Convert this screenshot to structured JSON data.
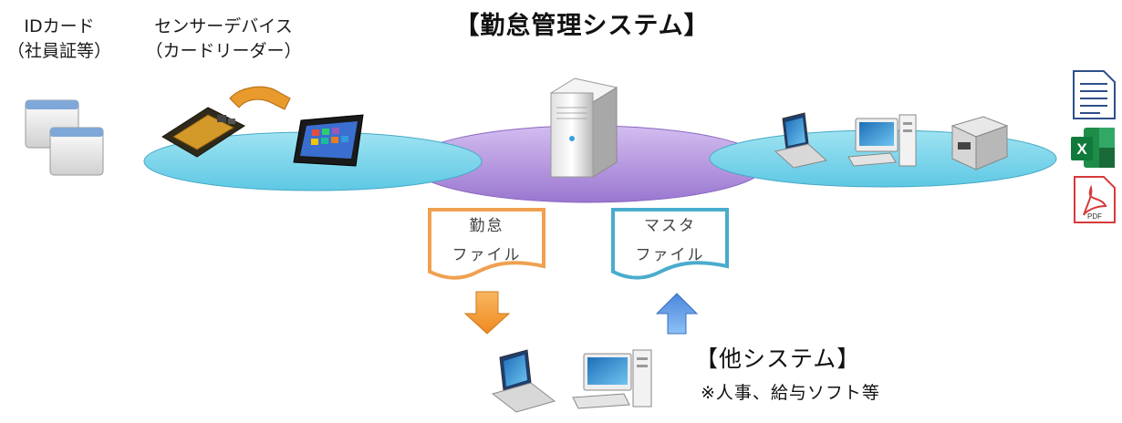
{
  "title": "【勤怠管理システム】",
  "id_card": {
    "line1": "IDカード",
    "line2": "（社員証等）"
  },
  "sensor_device": {
    "line1": "センサーデバイス",
    "line2": "（カードリーダー）"
  },
  "kintai_file": {
    "line1": "勤怠",
    "line2": "ファイル"
  },
  "master_file": {
    "line1": "マスタ",
    "line2": "ファイル"
  },
  "other_system": {
    "title": "【他システム】",
    "note": "※人事、給与ソフト等"
  },
  "doc_icons": {
    "excel_letter": "X",
    "pdf_text": "PDF"
  },
  "colors": {
    "ellipse_cyan": "#7fd8ec",
    "ellipse_purple": "#b99be0",
    "kintai_border": "#f0a050",
    "master_border": "#4aaccc",
    "arrow_orange": "#f4a040",
    "arrow_blue": "#6aa0e8"
  }
}
